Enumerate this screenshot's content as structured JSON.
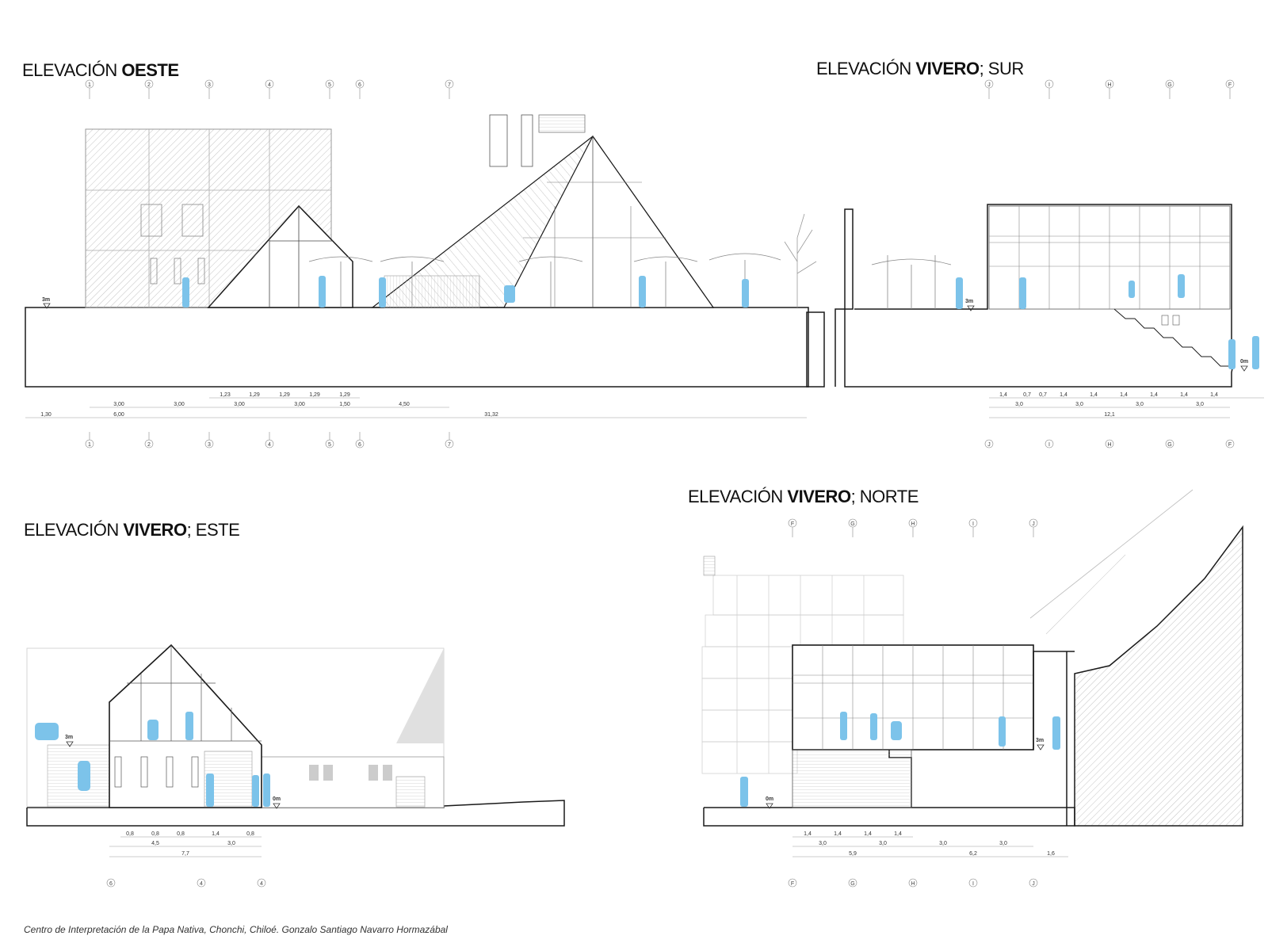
{
  "titles": {
    "oeste": {
      "prefix": "ELEVACIÓN ",
      "bold": "OESTE",
      "suffix": ""
    },
    "sur": {
      "prefix": "ELEVACIÓN ",
      "bold": "VIVERO",
      "suffix": "; SUR"
    },
    "este": {
      "prefix": "ELEVACIÓN ",
      "bold": "VIVERO",
      "suffix": "; ESTE"
    },
    "norte": {
      "prefix": "ELEVACIÓN ",
      "bold": "VIVERO",
      "suffix": "; NORTE"
    }
  },
  "caption": "Centro de Interpretación de la Papa Nativa, Chonchi, Chiloé. Gonzalo Santiago Navarro Hormazábal",
  "oeste": {
    "grid": [
      "1",
      "2",
      "3",
      "4",
      "5",
      "6",
      "7"
    ],
    "level": "3m",
    "dims_row1": [
      "1,23",
      "1,29",
      "1,29",
      "1,29",
      "1,29"
    ],
    "dims_row2": [
      "3,00",
      "3,00",
      "3,00",
      "3,00",
      "1,50",
      "4,50"
    ],
    "dims_row3": [
      "1,30",
      "6,00",
      "31,32"
    ]
  },
  "sur": {
    "grid": [
      "J",
      "I",
      "H",
      "G",
      "F"
    ],
    "level_top": "3m",
    "level_bottom": "0m",
    "dims_row1": [
      "1,4",
      "0,7",
      "0,7",
      "1,4",
      "1,4",
      "1,4",
      "1,4",
      "1,4",
      "1,4"
    ],
    "dims_row2": [
      "3,0",
      "3,0",
      "3,0",
      "3,0"
    ],
    "dims_row3": [
      "12,1"
    ]
  },
  "este": {
    "grid": [
      "6",
      "4",
      "4"
    ],
    "level_top": "3m",
    "level_bottom": "0m",
    "dims_row1": [
      "0,8",
      "0,8",
      "0,8",
      "1,4",
      "0,8"
    ],
    "dims_row2": [
      "4,5",
      "3,0"
    ],
    "dims_row3": [
      "7,7"
    ]
  },
  "norte": {
    "grid": [
      "F",
      "G",
      "H",
      "I",
      "J"
    ],
    "level_top": "3m",
    "level_bottom": "0m",
    "dims_row1": [
      "1,4",
      "1,4",
      "1,4",
      "1,4"
    ],
    "dims_row2": [
      "3,0",
      "3,0",
      "3,0",
      "3,0"
    ],
    "dims_row3": [
      "5,9",
      "6,2",
      "1,6"
    ]
  },
  "colors": {
    "figure": "#7cc3ea",
    "line": "#1a1a1a",
    "hatch": "#b9b9b9",
    "light": "#dddddd"
  }
}
